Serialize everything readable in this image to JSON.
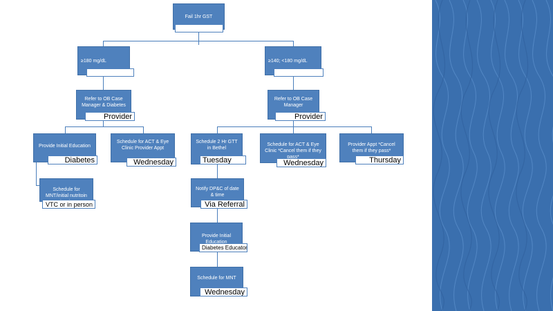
{
  "nodes": {
    "root": {
      "title": "Fail 1hr GST",
      "tag": ""
    },
    "left_branch": {
      "title": "≥180 mg/dL",
      "tag": ""
    },
    "right_branch": {
      "title": "≥140; <180 mg/dL",
      "tag": ""
    },
    "left_refer": {
      "title": "Refer to OB Case Manager & Diabetes",
      "tag": "Provider"
    },
    "right_refer": {
      "title": "Refer to OB Case Manager",
      "tag": "Provider"
    },
    "left_education": {
      "title": "Provide Initial Education",
      "tag": "Diabetes"
    },
    "left_act_eye": {
      "title": "Schedule for ACT & Eye Clinic Provider Appt",
      "tag": "Wednesday"
    },
    "left_mnt": {
      "title": "Schedule for MNT/initial nutritoin educaiton",
      "tag": "VTC or in person"
    },
    "gtt": {
      "title": "Schedule 2 Hr GTT in Bethel",
      "tag": "Tuesday"
    },
    "right_act_eye": {
      "title": "Schedule for ACT & Eye Clinic *Cancel them if they pass*",
      "tag": "Wednesday"
    },
    "provider_appt": {
      "title": "Provider Appt *Cancel them if they pass*",
      "tag": "Thursday"
    },
    "notify": {
      "title": "Notify DP&C of date & time",
      "tag": "Via Referral"
    },
    "right_education": {
      "title": "Provide Initial Education",
      "tag": "Diabetes Educator"
    },
    "right_mnt": {
      "title": "Schedule for MNT",
      "tag": "Wednesday"
    }
  },
  "colors": {
    "box_fill": "#4f81bd",
    "connector": "#4a7ebb",
    "side_panel": "#3a6fae"
  }
}
